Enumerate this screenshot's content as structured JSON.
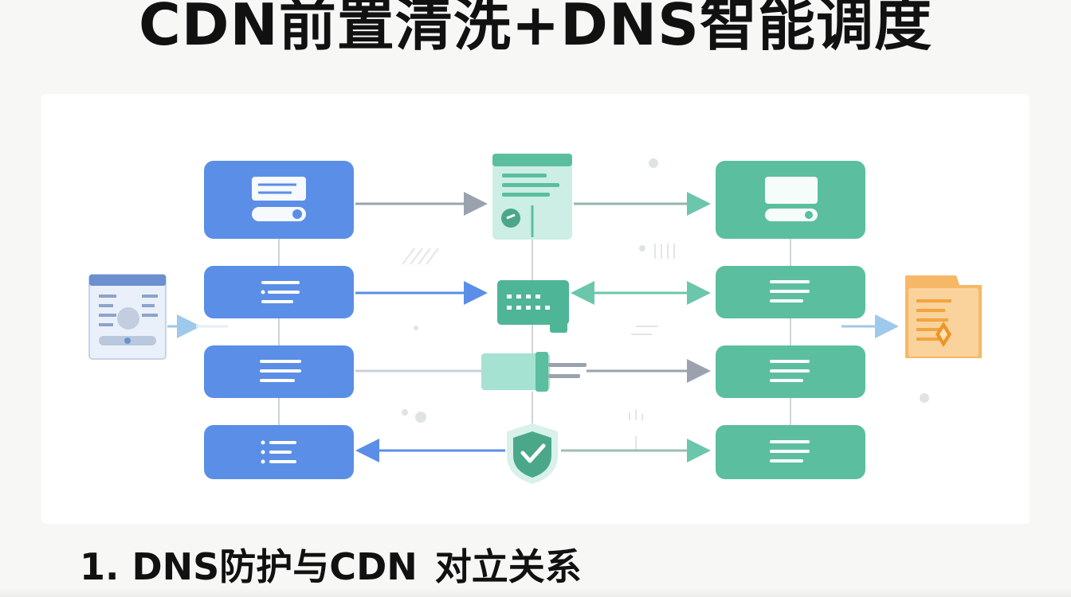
{
  "header": {
    "title": "CDN前置清洗+DNS智能调度"
  },
  "section": {
    "number": "1.",
    "heading_part1": "DNS防护与CDN",
    "heading_part2": "对立关系"
  },
  "colors": {
    "blue": "#5b8ee6",
    "teal": "#5bbf9f",
    "light_teal": "#bfe8dc",
    "orange": "#f6b867",
    "arrow_gray": "#9aa3ad"
  },
  "icons": {
    "client": "browser-window-icon",
    "output": "document-with-badge-icon",
    "monitor": "server-document-icon",
    "keyboard": "keyboard-terminal-icon",
    "connector": "plug-connector-icon",
    "shield": "shield-check-icon"
  }
}
